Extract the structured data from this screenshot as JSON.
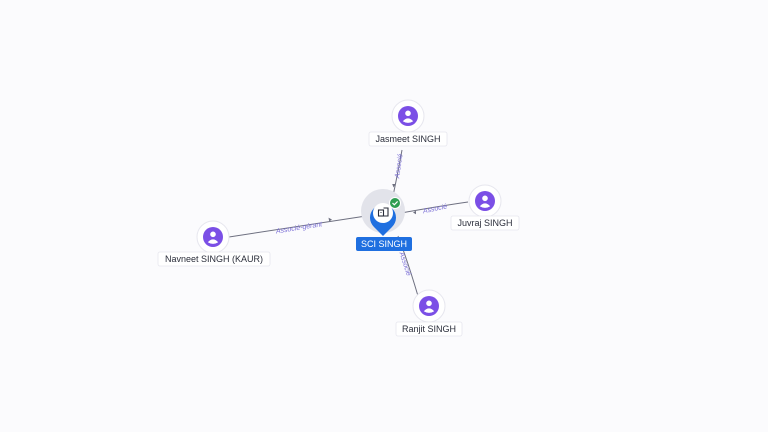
{
  "colors": {
    "center": "#1f6fe0",
    "center_label_bg": "#1f6fe0",
    "person": "#7b4fe6",
    "edge": "#6e7080",
    "edge_label": "#7b6fd6",
    "verified": "#2e9e52"
  },
  "center": {
    "label": "SCI SINGH",
    "icon": "building-icon",
    "badge_icon": "check-icon"
  },
  "people": [
    {
      "id": "jasmeet",
      "label": "Jasmeet SINGH",
      "icon": "person-icon",
      "edge_label": "Associé"
    },
    {
      "id": "juvraj",
      "label": "Juvraj SINGH",
      "icon": "person-icon",
      "edge_label": "Associé"
    },
    {
      "id": "navneet",
      "label": "Navneet SINGH (KAUR)",
      "icon": "person-icon",
      "edge_label": "Associé-gérant"
    },
    {
      "id": "ranjit",
      "label": "Ranjit SINGH",
      "icon": "person-icon",
      "edge_label": "Associé"
    }
  ]
}
